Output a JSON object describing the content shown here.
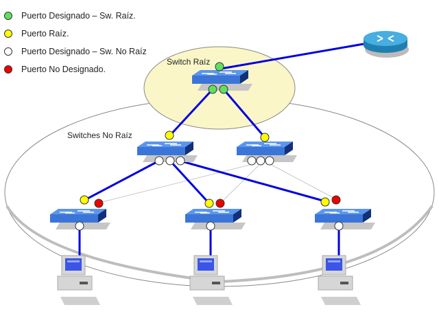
{
  "legend": [
    {
      "label": "Puerto Designado – Sw. Raíz.",
      "color": "#5fe05f",
      "icon": "green-port-icon"
    },
    {
      "label": "Puerto Raíz.",
      "color": "#ffff00",
      "icon": "yellow-port-icon"
    },
    {
      "label": "Puerto Designado – Sw. No Raíz",
      "color": "#ffffff",
      "icon": "white-port-icon"
    },
    {
      "label": "Puerto No Designado.",
      "color": "#ee0000",
      "icon": "red-port-icon"
    }
  ],
  "labels": {
    "root_zone": "Switch Raíz",
    "nonroot_zone": "Switches No Raíz"
  },
  "colors": {
    "root_zone_fill": "#faf6c8",
    "link_active": "#0000e0",
    "link_blocked": "#c8c8c8",
    "switch_top": "#4a86e8",
    "switch_side": "#1a3a8c"
  },
  "devices": {
    "router": "router",
    "root_switch": "switch-raiz",
    "distribution_switches": [
      "switch-no-raiz-1",
      "switch-no-raiz-2"
    ],
    "access_switches": [
      "switch-acceso-1",
      "switch-acceso-2",
      "switch-acceso-3"
    ],
    "pcs": [
      "pc-1",
      "pc-2",
      "pc-3"
    ]
  }
}
